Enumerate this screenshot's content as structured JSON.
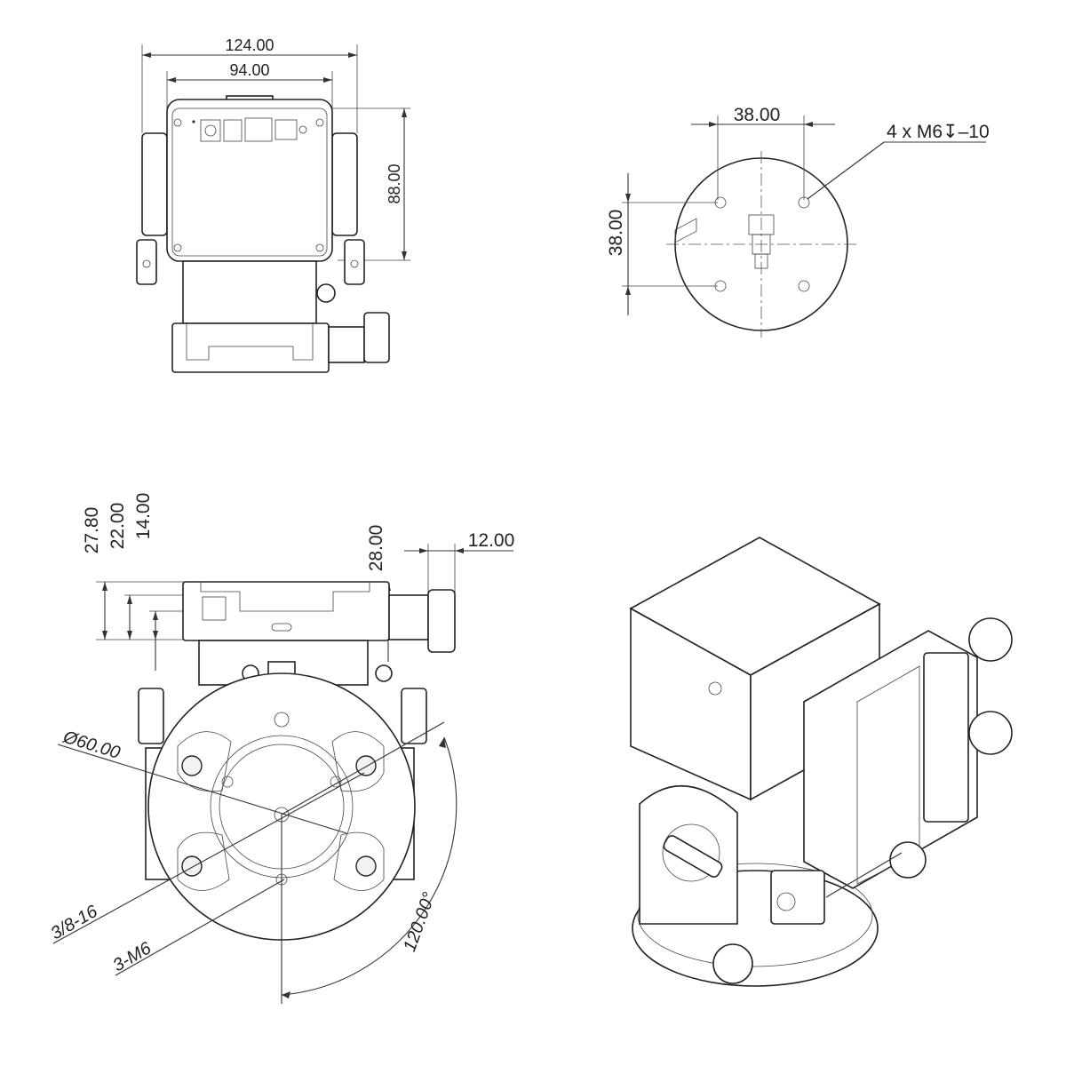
{
  "front_view": {
    "overall_width": "124.00",
    "body_width": "94.00",
    "body_height": "88.00"
  },
  "top_view": {
    "hole_spacing_x": "38.00",
    "hole_spacing_y": "38.00",
    "thread_callout": "4 x M6↧–10"
  },
  "side_view": {
    "dim_27_80": "27.80",
    "dim_22_00": "22.00",
    "dim_14_00": "14.00",
    "dim_28_00": "28.00",
    "dim_12_00": "12.00",
    "diameter": "Ø60.00",
    "thread_large": "3/8-16",
    "thread_small": "3-M6",
    "angle": "120.00°"
  }
}
